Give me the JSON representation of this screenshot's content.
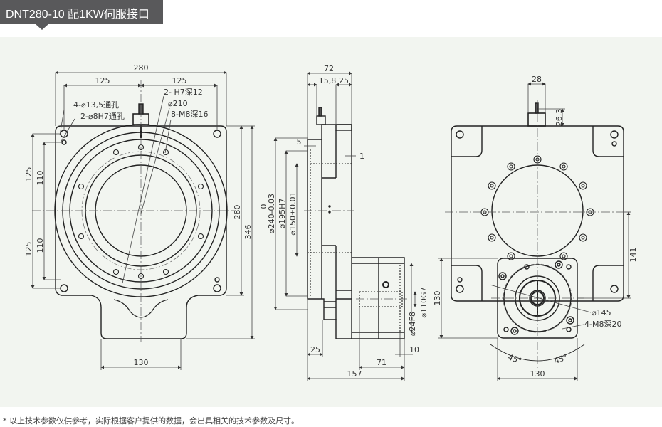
{
  "title": "DNT280-10 配1KW伺服接口",
  "footnote": "* 以上技术参数仅供参考，实际根据客户提供的数据，会出具相关的技术参数及尺寸。",
  "front_view": {
    "dims": {
      "overall_width": "280",
      "half_left": "125",
      "half_right": "125",
      "height_280": "280",
      "height_346": "346",
      "v125_top": "125",
      "v110_top": "110",
      "v125_bottom": "125",
      "v110_bottom": "110",
      "bottom_width": "130"
    },
    "callouts": {
      "holes_through": "4-⌀13,5通孔",
      "pin_holes": "2-⌀8H7通孔",
      "h7_depth": "2-     H7深12",
      "pcd": "⌀210",
      "tapped": "8-M8深16"
    }
  },
  "side_view": {
    "dims": {
      "width_72": "72",
      "d15_8": "15,8",
      "d25_top": "25",
      "d5": "5",
      "d1": "1",
      "tol_zero": "0",
      "dia240": "⌀240-0.03",
      "dia195": "⌀195H7",
      "dia150": "⌀150±0.01",
      "dia110": "⌀110G7",
      "dia24": "⌀24F8",
      "d25_bottom": "25",
      "d10": "10",
      "d71": "71",
      "d157": "157"
    }
  },
  "rear_view": {
    "dims": {
      "d28": "28",
      "d26_3": "26,3",
      "d141": "141",
      "d130_v": "130",
      "d130_h": "130",
      "angle_left": "45°",
      "angle_right": "45°"
    },
    "callouts": {
      "pcd145": "⌀145",
      "motor_tapped": "4-M8深20"
    }
  }
}
